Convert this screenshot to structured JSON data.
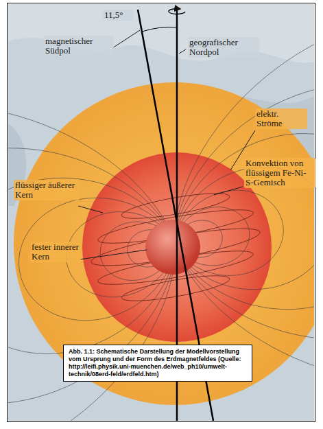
{
  "diagram": {
    "caption": "Abb. 1.1: Schematische Darstellung der Modellvorstellung vom Ursprung und der Form des Erdmagnetfeldes (Quelle: http://leifi.physik.uni-muenchen.de/web_ph10/umwelt-technik/08erd-feld/erdfeld.htm)",
    "labels": [
      "11,5°",
      "magnetischer Südpol",
      "geografischer Nordpol",
      "elektr. Ströme",
      "flüssiger äußerer Kern",
      "Konvektion von flüssigem Fe-Ni-S-Gemisch",
      "fester innerer Kern"
    ]
  }
}
